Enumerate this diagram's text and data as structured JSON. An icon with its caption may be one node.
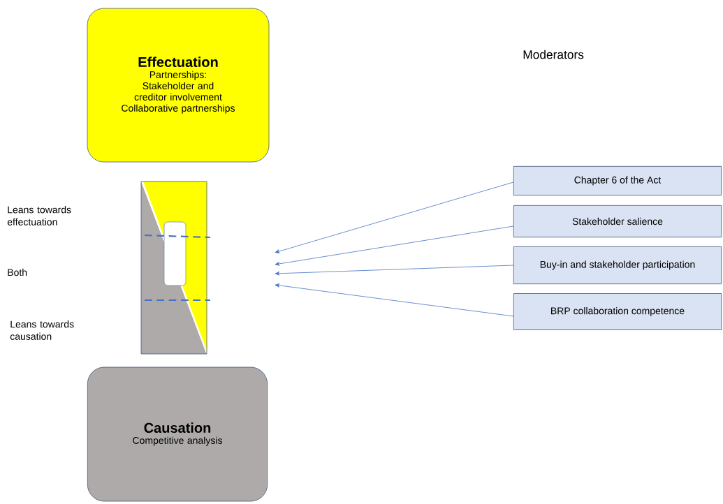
{
  "diagram": {
    "nodes": [
      {
        "text": [
          "Effectuation",
          "Partnerships:",
          "Stakeholder and creditor involvement",
          "Collaborative partnerships"
        ]
      },
      {
        "text": [
          "Causation",
          "Competitive analysis"
        ]
      },
      {
        "text": [
          "Chapter 6 of the Act"
        ]
      },
      {
        "text": [
          "Stakeholder salience"
        ]
      },
      {
        "text": [
          "Buy-in and stakeholder participation"
        ]
      },
      {
        "text": [
          "BRP collaboration competence"
        ]
      }
    ],
    "edges": [
      {
        "from": 2,
        "to": null,
        "arrow": "to"
      },
      {
        "from": 3,
        "to": null,
        "arrow": "to"
      },
      {
        "from": 4,
        "to": null,
        "arrow": "to"
      },
      {
        "from": 5,
        "to": null,
        "arrow": "to"
      }
    ],
    "labels": [
      "Moderators",
      "Leans towards effectuation",
      "Both",
      "Leans towards causation"
    ]
  }
}
